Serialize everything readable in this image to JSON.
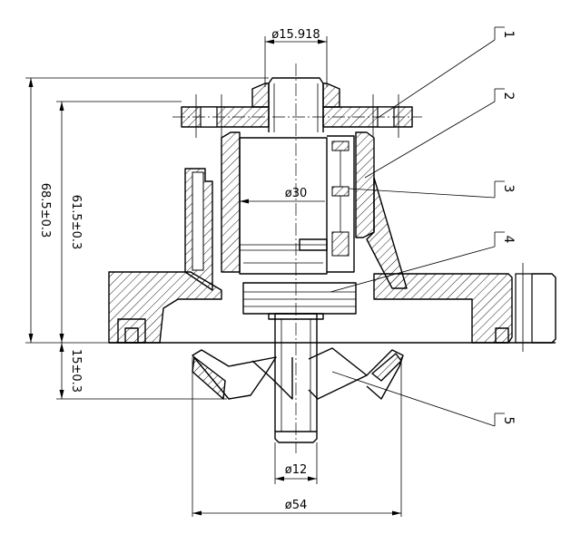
{
  "dimensions": {
    "shaft_upper_diameter": "ø15.918",
    "bearing_diameter": "ø30",
    "shaft_lower_diameter": "ø12",
    "impeller_diameter": "ø54",
    "overall_height": "68.5±0.3",
    "flange_height": "61.5±0.3",
    "impeller_height": "15±0.3"
  },
  "callouts": [
    "1",
    "2",
    "3",
    "4",
    "5"
  ]
}
